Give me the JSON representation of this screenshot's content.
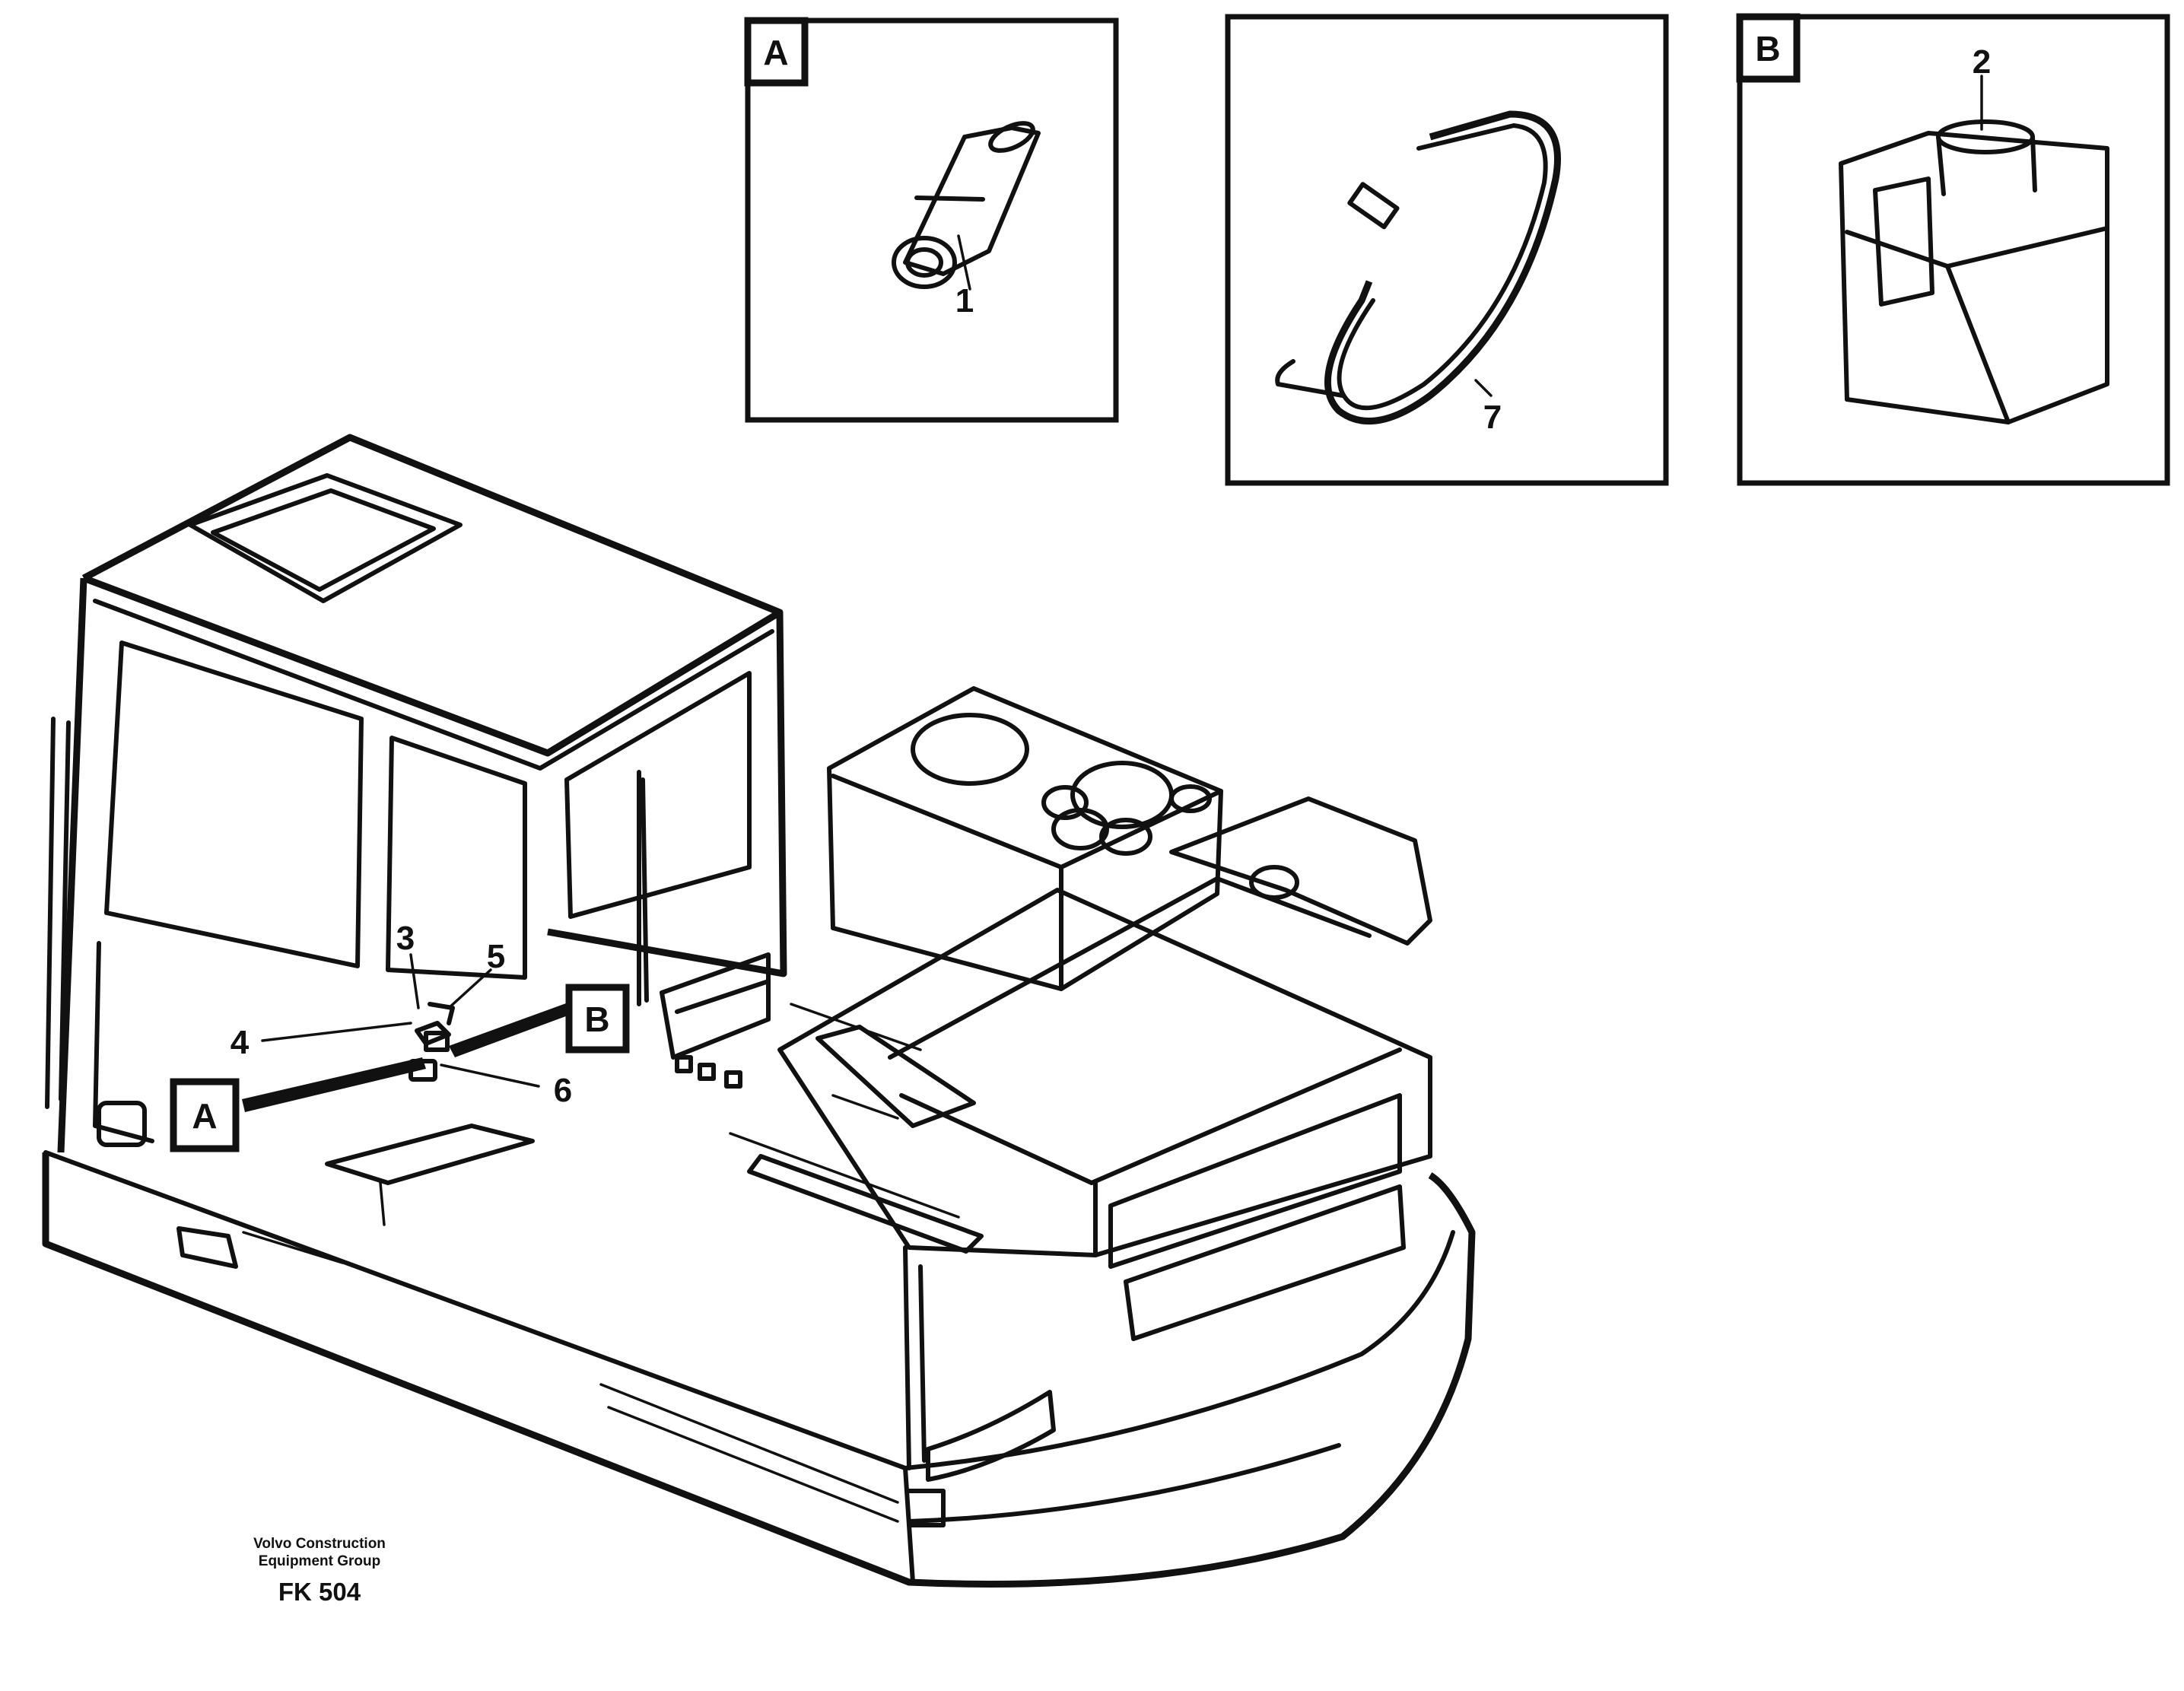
{
  "detail_views": [
    {
      "tag": "A",
      "callouts": [
        "1"
      ]
    },
    {
      "tag": "",
      "callouts": [
        "7"
      ]
    },
    {
      "tag": "B",
      "callouts": [
        "2"
      ]
    }
  ],
  "main_view": {
    "callouts": [
      "3",
      "5",
      "4",
      "6"
    ],
    "view_tags": [
      "B",
      "A"
    ]
  },
  "footer": {
    "org_line1": "Volvo Construction",
    "org_line2": "Equipment Group",
    "code": "FK 504"
  }
}
